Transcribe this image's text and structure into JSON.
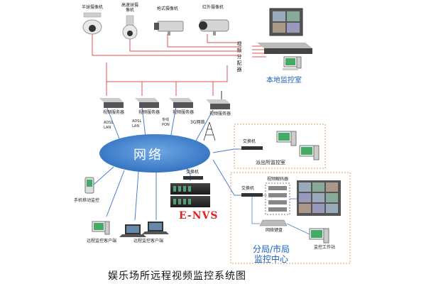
{
  "cameras": [
    {
      "label": "半球摄像机"
    },
    {
      "label": "高速球摄像机"
    },
    {
      "label": "枪式摄像机"
    },
    {
      "label": "红外摄像机"
    }
  ],
  "splitter": {
    "label": "视频分配器"
  },
  "local_room": {
    "label": "本地监控室"
  },
  "servers": [
    {
      "label": "视频服务器",
      "link": "ADSL LAN"
    },
    {
      "label": "视频服务器",
      "link": "ADSL LAN"
    },
    {
      "label": "视频服务器",
      "link": "专线 PON"
    },
    {
      "label": "视频服务器",
      "link": "3G网络"
    }
  ],
  "network": {
    "label": "网络"
  },
  "police": {
    "switch": "交换机",
    "room": "派出所监控室"
  },
  "envs": {
    "switch": "交换机",
    "label": "E-NVS"
  },
  "bureau": {
    "switch": "交换机",
    "decoder": "视频解码器",
    "keyboard": "网络键盘",
    "workstation": "监控工作站",
    "title_line1": "分局/市局",
    "title_line2": "监控中心"
  },
  "clients": {
    "mobile": "手机移动监控",
    "remote1": "远程监控客户端",
    "remote2": "远程监控客户端"
  },
  "diagram_title": "娱乐场所远程视频监控系统图",
  "colors": {
    "network": "#3b7fc8",
    "line_red": "#e05050",
    "line_blue": "#4a7fc8",
    "dashed": "#d9a066",
    "accent": "#1a5fb4"
  }
}
